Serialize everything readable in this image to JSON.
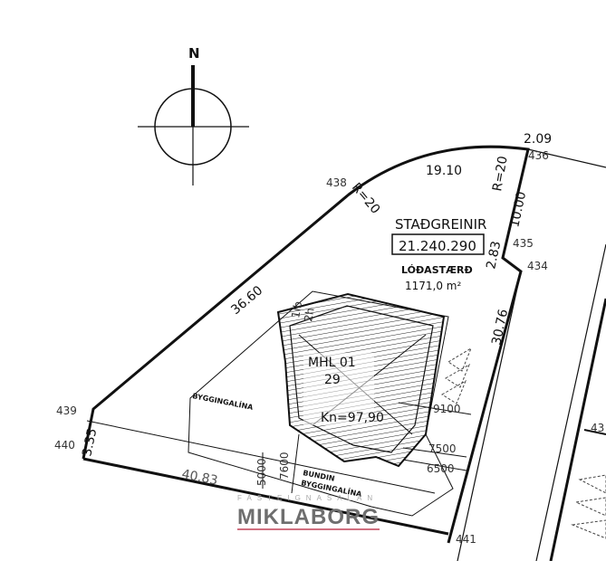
{
  "north_label": "N",
  "plot_id_label": "STAÐGREINIR",
  "plot_id": "21.240.290",
  "area_label": "LÓÐASTÆRÐ",
  "area_value": "1171,0 m²",
  "building": {
    "unit": "MHL 01",
    "number": "29",
    "elevation": "Kn=97,90",
    "floors": "1íb",
    "height": "2h"
  },
  "building_lines": {
    "line": "BYGGINGALÍNA",
    "bound_line_1": "BUNDIN",
    "bound_line_2": "BYGGINGALÍNA"
  },
  "dimensions": {
    "d1": "36.60",
    "d2": "19.10",
    "d3": "2.09",
    "d4": "10.00",
    "d5": "2.83",
    "d6": "30.76",
    "d7": "3.35",
    "d8": "40.83",
    "r1": "R=20",
    "r2": "R=20"
  },
  "offsets": {
    "o1": "9100",
    "o2": "7500",
    "o3": "6500",
    "o4": "5000",
    "o5": "7600"
  },
  "points": {
    "p434": "434",
    "p435": "435",
    "p436": "436",
    "p438": "438",
    "p439": "439",
    "p440": "440",
    "p441": "441",
    "p43x": "43"
  },
  "watermark": {
    "top": "FASTEIGNASALAN",
    "name": "MIKLABORG"
  }
}
